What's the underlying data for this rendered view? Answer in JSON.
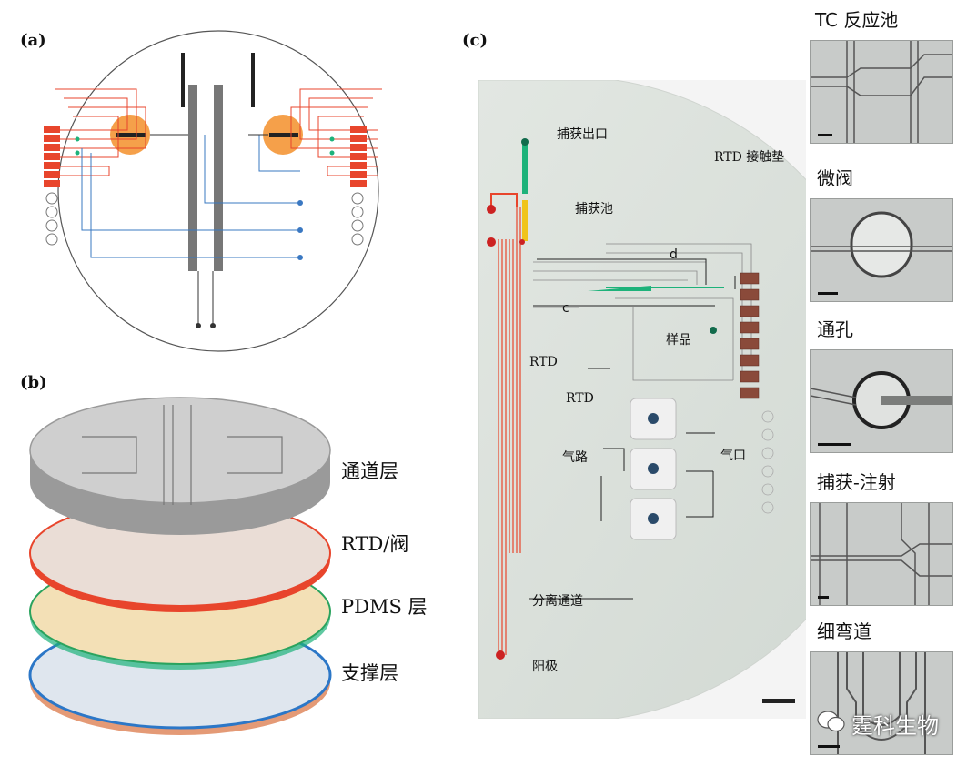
{
  "panels": {
    "a": "(a)",
    "b": "(b)",
    "c": "(c)"
  },
  "layers": [
    "通道层",
    "RTD/阀",
    "PDMS 层",
    "支撑层"
  ],
  "chip_annotations": {
    "capture_outlet": "捕获出口",
    "rtd_pad": "RTD 接触垫",
    "capture_pool": "捕获池",
    "d": "d",
    "c": "c",
    "sample": "样品",
    "rtd1": "RTD",
    "rtd2": "RTD",
    "gas_path": "气路",
    "gas_port": "气口",
    "separation_channel": "分离通道",
    "anode": "阳极"
  },
  "thumbnails": [
    "TC 反应池",
    "微阀",
    "通孔",
    "捕获-注射",
    "细弯道"
  ],
  "watermark": "霆科生物",
  "colors": {
    "rtd_red": "#e8452c",
    "heater_orange": "#f5a04a",
    "blue_line": "#3a78c2",
    "green": "#1db27a",
    "yellow": "#f0c419",
    "pad_brown": "#8a4a3a"
  }
}
